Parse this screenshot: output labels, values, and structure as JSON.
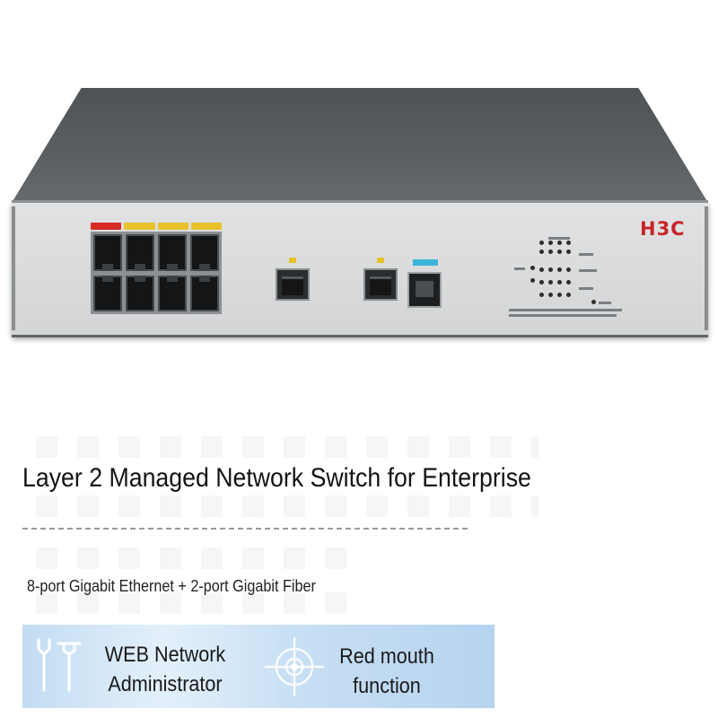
{
  "product_image": {
    "brand_logo": "H3C",
    "rj45_port_count": 8,
    "sfp_port_count": 2,
    "console_port_count": 1
  },
  "title": "Layer 2 Managed Network Switch for Enterprise",
  "subtitle": "8-port Gigabit Ethernet + 2-port Gigabit Fiber",
  "features": [
    {
      "icon": "tools-icon",
      "line1": "WEB Network",
      "line2": "Administrator"
    },
    {
      "icon": "target-icon",
      "line1": "Red mouth",
      "line2": "function"
    }
  ],
  "colors": {
    "brand_red": "#c8242b",
    "banner_blue": "#c3dcf2",
    "port_label_yellow": "#e8c22a",
    "console_tag_cyan": "#3bb6d8"
  }
}
